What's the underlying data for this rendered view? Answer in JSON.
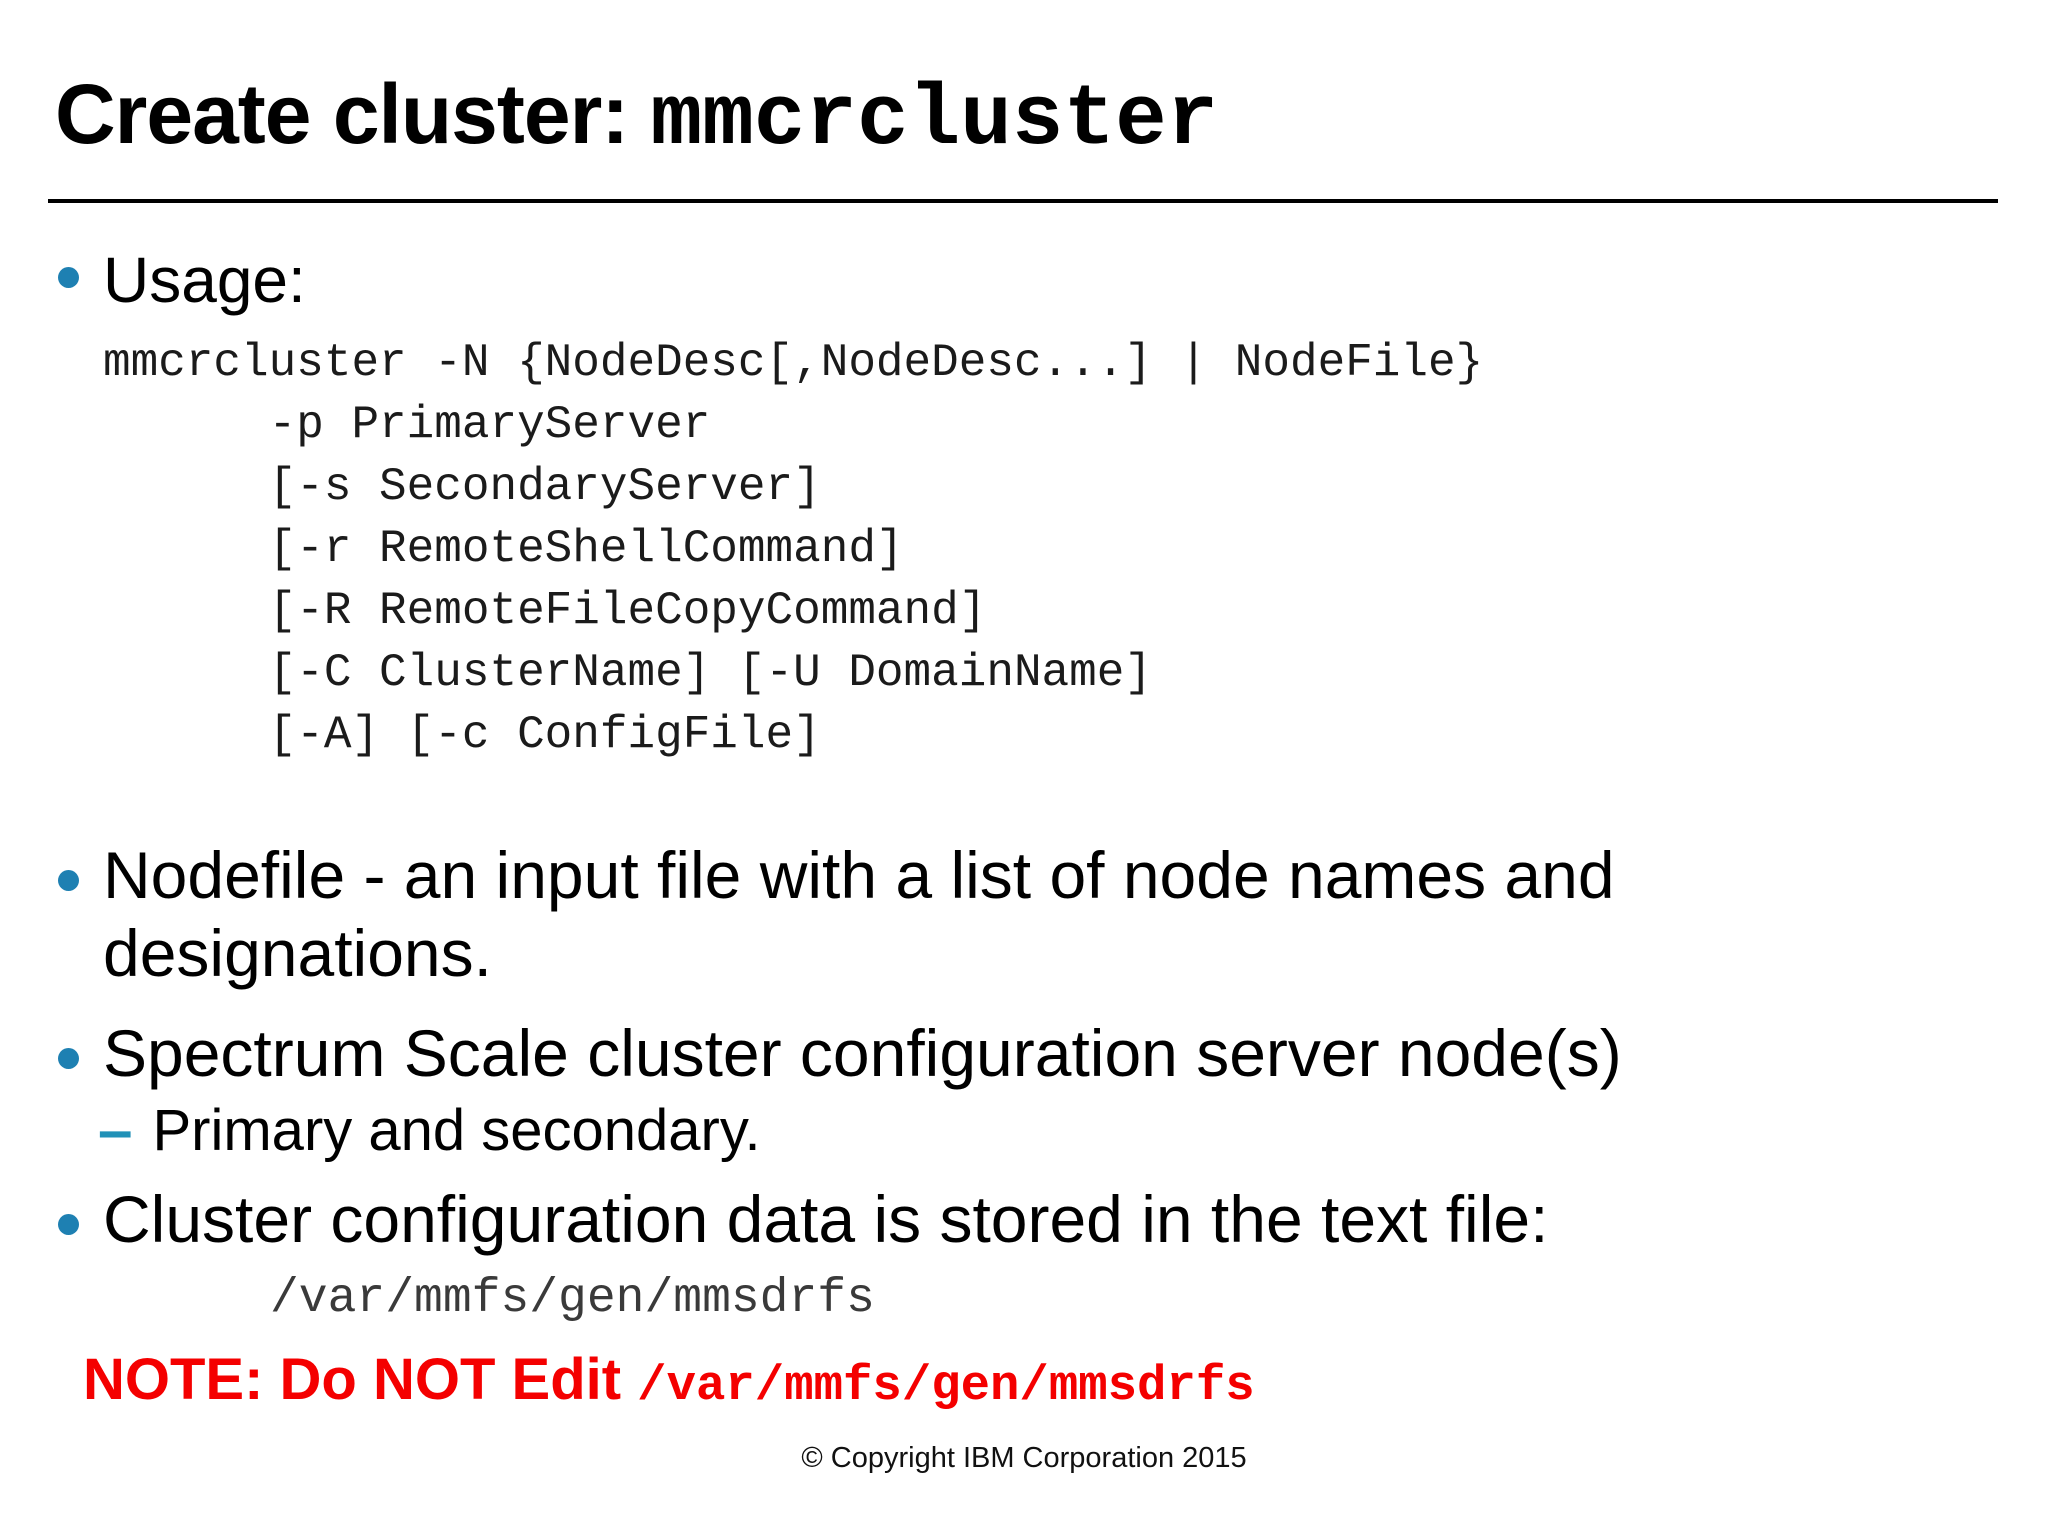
{
  "title": {
    "prefix": "Create cluster: ",
    "command": "mmcrcluster"
  },
  "usage": {
    "heading": "Usage:",
    "code_lines": [
      "mmcrcluster -N {NodeDesc[,NodeDesc...] | NodeFile}",
      "      -p PrimaryServer",
      "      [-s SecondaryServer]",
      "      [-r RemoteShellCommand]",
      "      [-R RemoteFileCopyCommand]",
      "      [-C ClusterName] [-U DomainName]",
      "      [-A] [-c ConfigFile]"
    ]
  },
  "bullets": {
    "nodefile": "Nodefile - an input file with a list of node names and designations.",
    "spectrum": "Spectrum Scale cluster configuration server node(s)",
    "sub_dash": "–",
    "sub_primary": "Primary and secondary.",
    "cluster": "Cluster configuration data is stored in the text file:",
    "config_path": "/var/mmfs/gen/mmsdrfs"
  },
  "note": {
    "prefix": "NOTE: Do NOT Edit ",
    "path": "/var/mmfs/gen/mmsdrfs"
  },
  "footer": {
    "copyright": "© Copyright IBM Corporation 2015"
  },
  "colors": {
    "bullet_blue": "#1e80b2",
    "dash_blue": "#2191b7",
    "note_red": "#f40000",
    "title_black": "#000000",
    "code_gray": "#1b1b1b",
    "path_gray": "#3a3a3a"
  }
}
